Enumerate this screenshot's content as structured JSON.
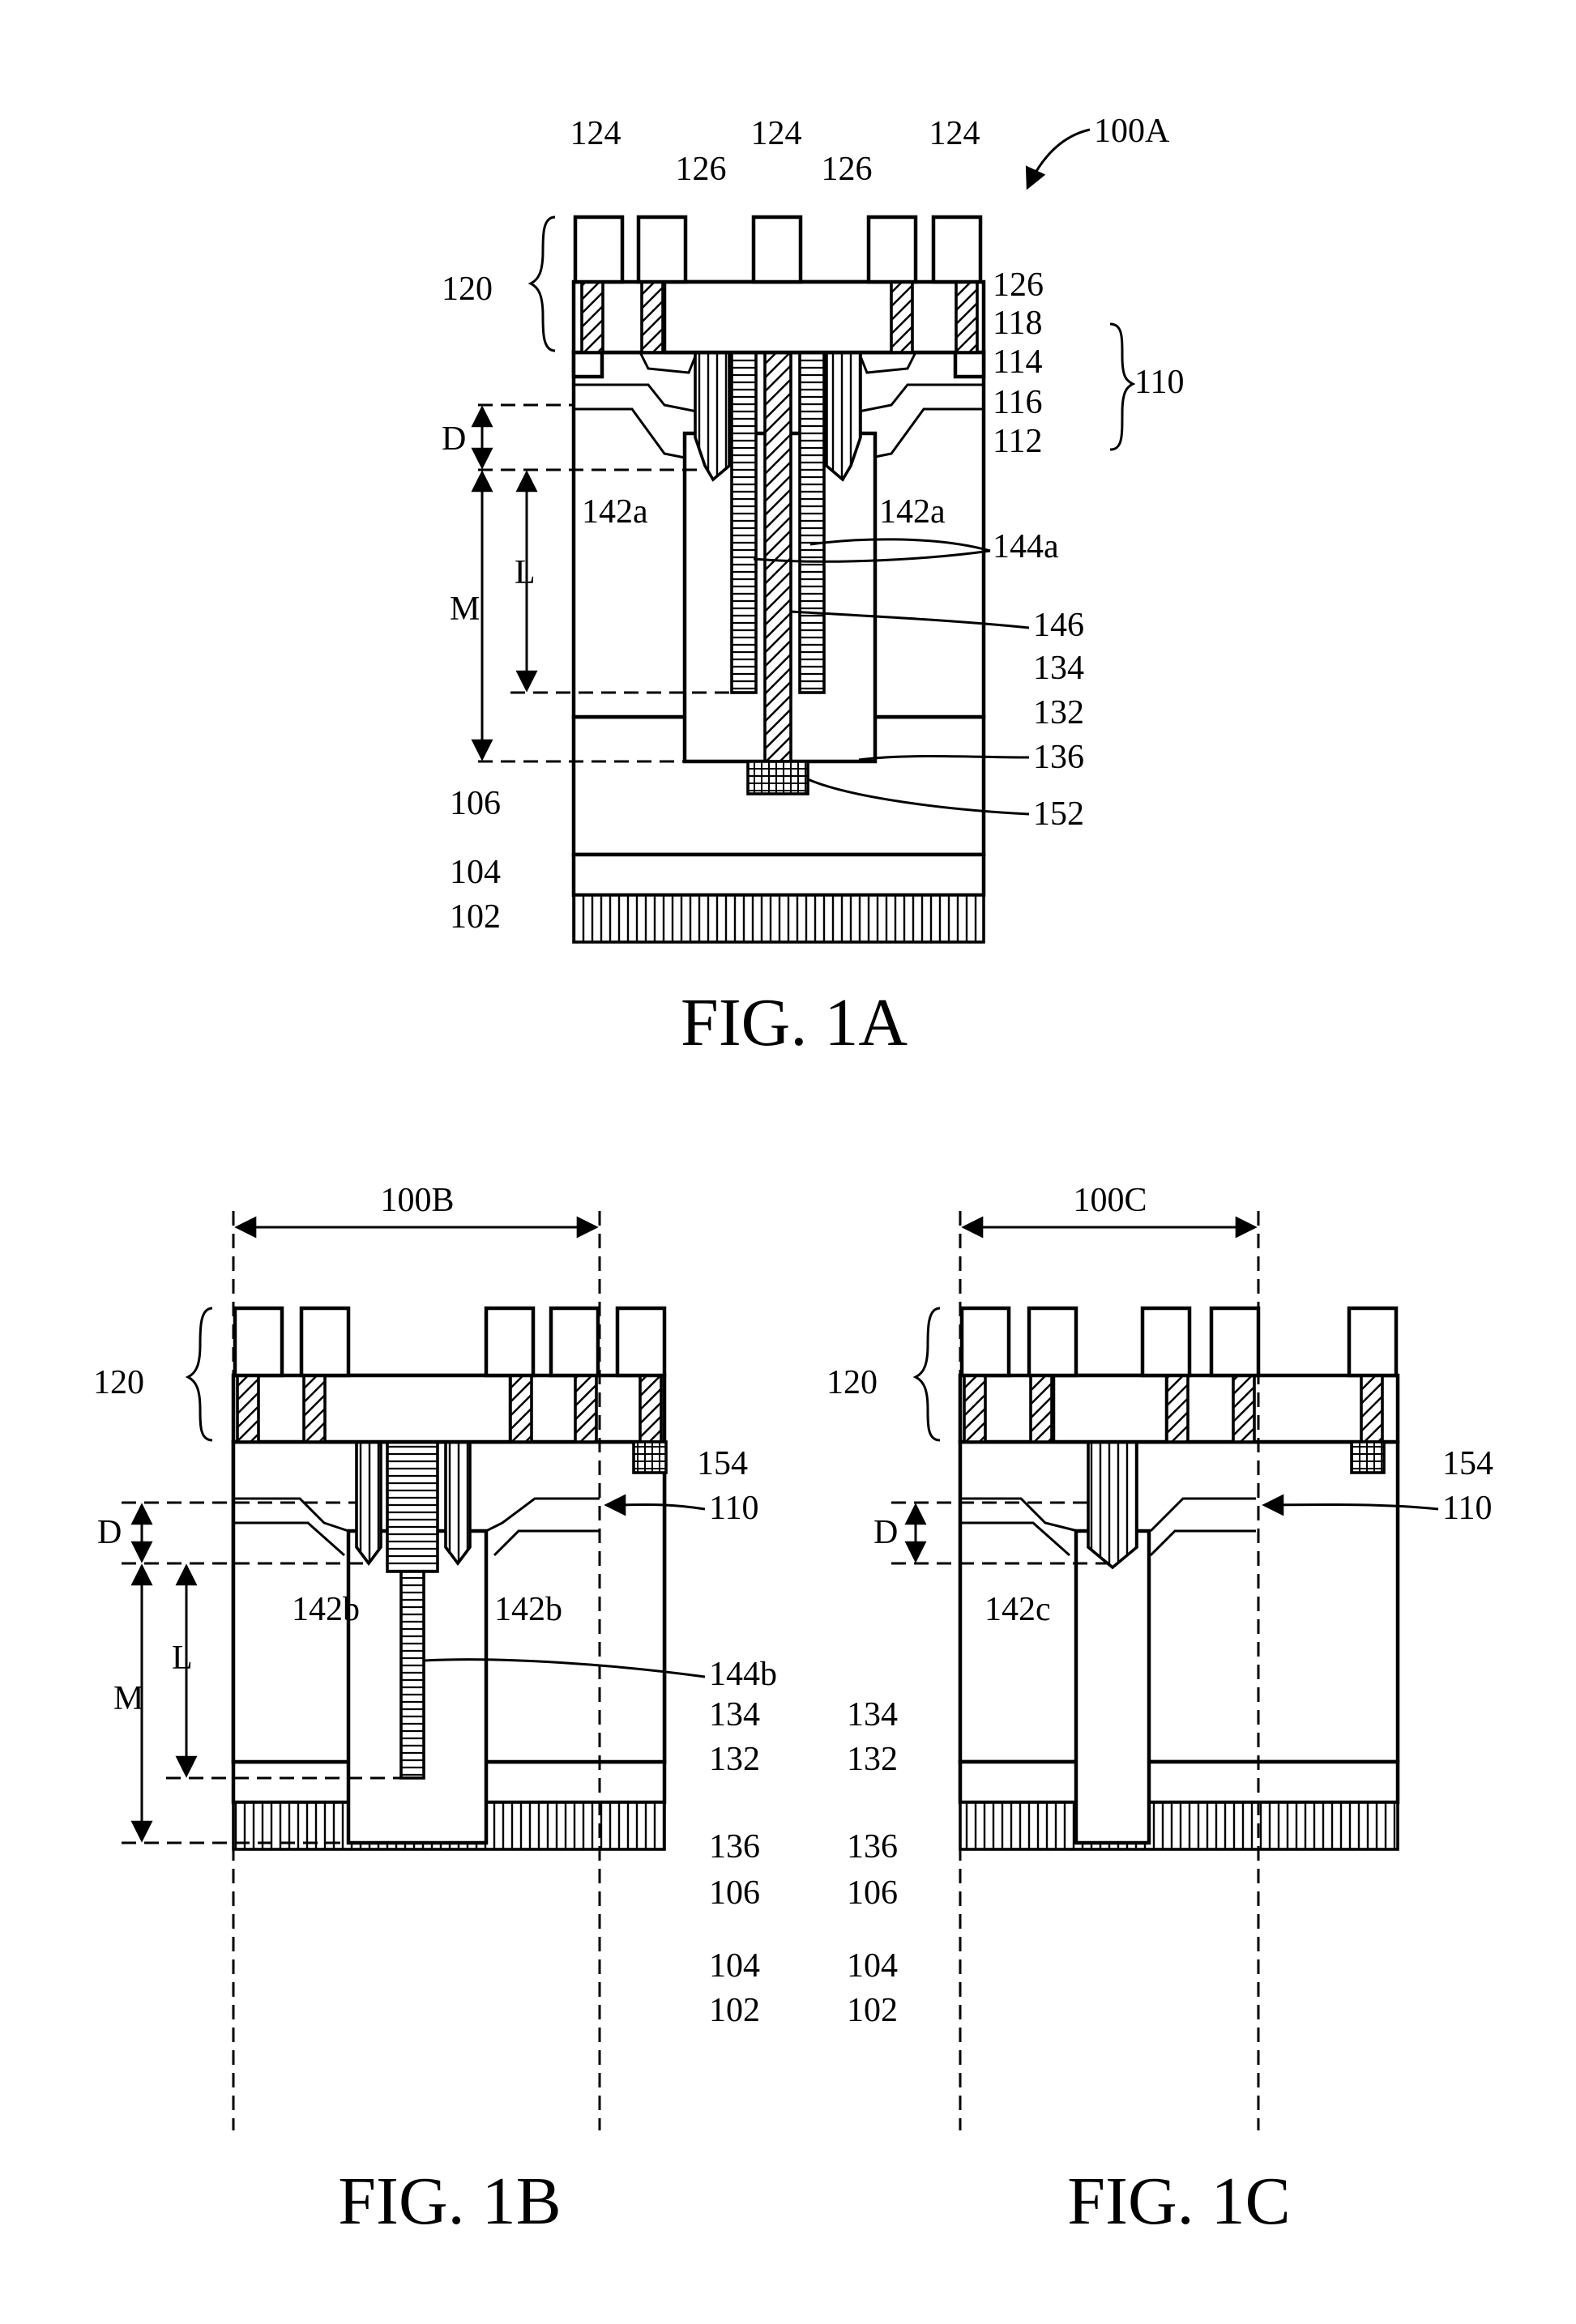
{
  "figures": {
    "fig1a": {
      "caption": "FIG. 1A",
      "ref": "100A",
      "labels": {
        "l124": "124",
        "l126": "126",
        "l120": "120",
        "l118": "118",
        "l114": "114",
        "l116": "116",
        "l112": "112",
        "l110": "110",
        "D": "D",
        "L": "L",
        "M": "M",
        "l142a": "142a",
        "l144a": "144a",
        "l146": "146",
        "l134": "134",
        "l132": "132",
        "l136": "136",
        "l152": "152",
        "l106": "106",
        "l104": "104",
        "l102": "102"
      }
    },
    "fig1b": {
      "caption": "FIG. 1B",
      "ref": "100B",
      "labels": {
        "l120": "120",
        "l154": "154",
        "l110": "110",
        "D": "D",
        "L": "L",
        "M": "M",
        "l142b": "142b",
        "l144b": "144b",
        "l134": "134",
        "l132": "132",
        "l136": "136",
        "l106": "106",
        "l104": "104",
        "l102": "102"
      }
    },
    "fig1c": {
      "caption": "FIG. 1C",
      "ref": "100C",
      "labels": {
        "l120": "120",
        "l154": "154",
        "l110": "110",
        "D": "D",
        "l142c": "142c",
        "l134": "134",
        "l132": "132",
        "l136": "136",
        "l106": "106",
        "l104": "104",
        "l102": "102"
      }
    }
  }
}
